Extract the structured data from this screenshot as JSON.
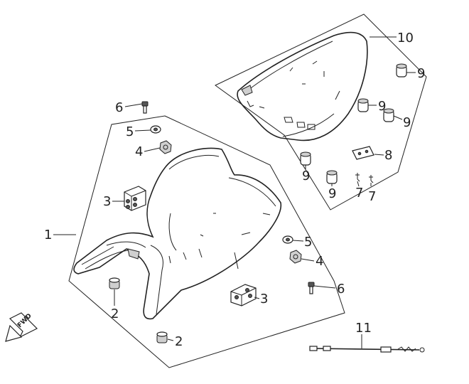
{
  "diagram": {
    "callouts": [
      "1",
      "2",
      "2",
      "3",
      "3",
      "4",
      "4",
      "5",
      "5",
      "6",
      "6",
      "7",
      "7",
      "8",
      "9",
      "9",
      "9",
      "9",
      "9",
      "10",
      "11"
    ],
    "arrow_label": "FWD"
  }
}
